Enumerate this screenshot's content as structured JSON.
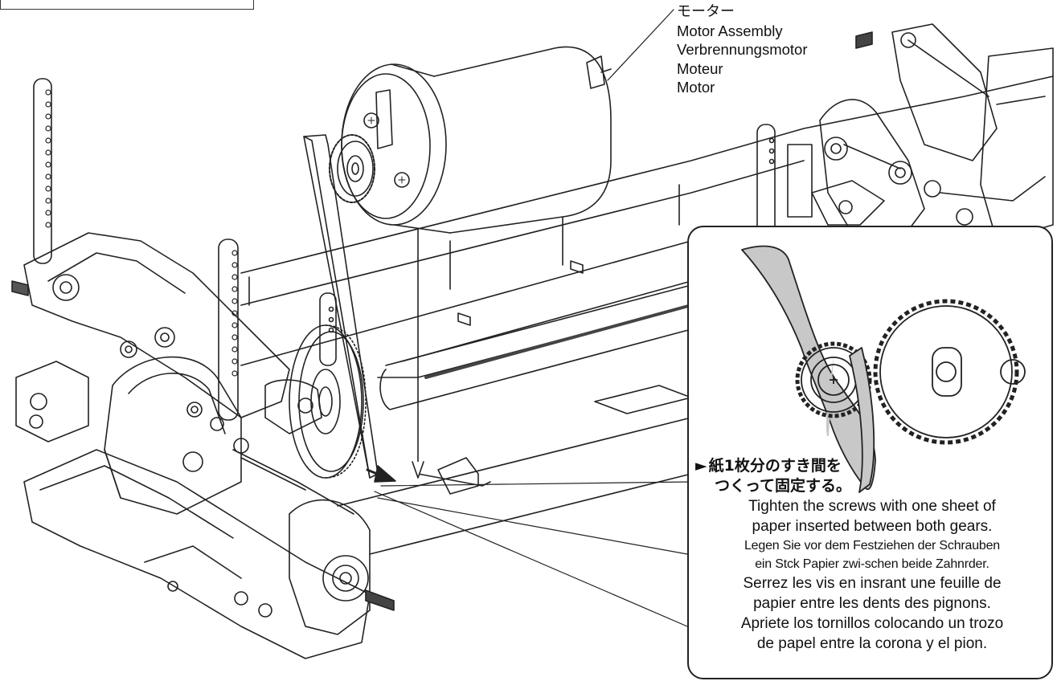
{
  "motor_label": {
    "japanese": "モーター",
    "english": "Motor Assembly",
    "german": "Verbrennungsmotor",
    "french": "Moteur",
    "spanish": "Motor"
  },
  "inset_note": {
    "japanese_line1": "紙1枚分のすき間を",
    "japanese_line2": "つくって固定する。",
    "pointer_glyph": "►",
    "english": [
      "Tighten the screws with one sheet of",
      "paper inserted between both gears."
    ],
    "german": [
      "Legen Sie vor dem Festziehen der Schrauben",
      "ein Stck Papier zwi-schen beide Zahnrder."
    ],
    "french": [
      "Serrez les vis en insrant une feuille de",
      "papier entre les dents des pignons."
    ],
    "spanish": [
      "Apriete los tornillos colocando un trozo",
      "de papel entre la corona y el pion."
    ]
  },
  "icons": [
    "motor-icon",
    "pinion-gear-icon",
    "spur-gear-icon",
    "paper-strip-icon",
    "arrow-icon"
  ],
  "colors": {
    "line": "#222222",
    "paper": "#c8c8c8",
    "background": "#ffffff"
  }
}
